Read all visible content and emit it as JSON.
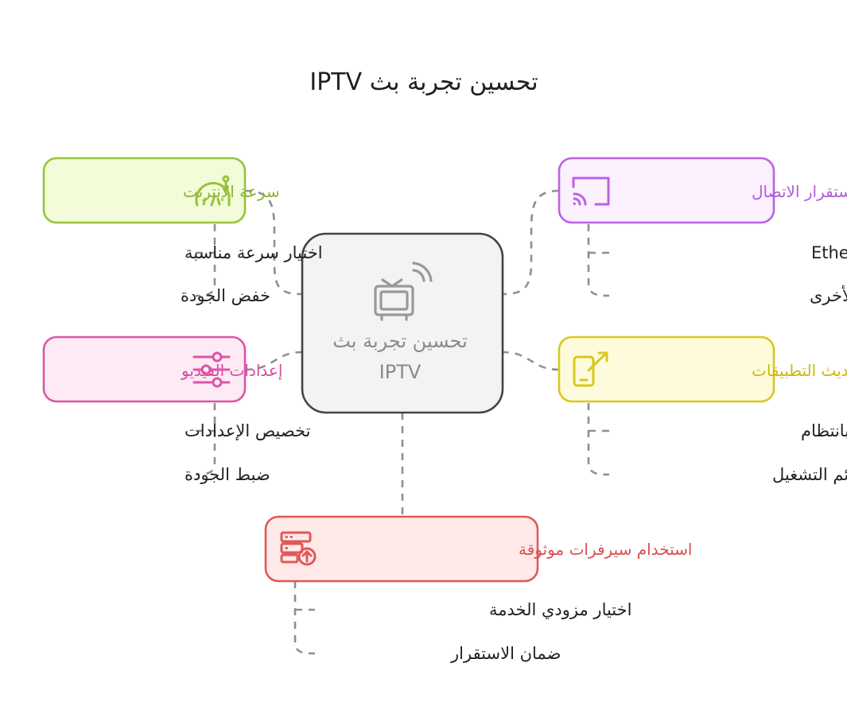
{
  "title": "تحسين تجربة بث IPTV",
  "center": {
    "line1": "تحسين تجربة بث",
    "line2": "IPTV",
    "icon": "tv-icon"
  },
  "nodes": [
    {
      "id": "internet-speed",
      "label": "سرعة الإنترنت",
      "icon": "speedometer-icon",
      "stroke": "#98c23c",
      "fill": "#f2fcd8",
      "text_color": "#8cb432",
      "items": [
        "اختيار سرعة مناسبة",
        "خفض الجودة"
      ]
    },
    {
      "id": "connection-stability",
      "label": "استقرار الاتصال",
      "icon": "cast-icon",
      "stroke": "#bb62e4",
      "fill": "#fbf0fe",
      "text_color": "#b05ed9",
      "items": [
        "استخدام كابل Ethernet",
        "إغلاق التطبيقات الأخرى"
      ]
    },
    {
      "id": "video-settings",
      "label": "إعدادات الفيديو",
      "icon": "sliders-icon",
      "stroke": "#dc55a8",
      "fill": "#fdeaf5",
      "text_color": "#d34ca0",
      "items": [
        "تخصيص الإعدادات",
        "ضبط الجودة"
      ]
    },
    {
      "id": "update-apps",
      "label": "تحديث التطبيقات",
      "icon": "phone-update-icon",
      "stroke": "#d9c81e",
      "fill": "#fefbdc",
      "text_color": "#cbb80f",
      "items": [
        "تحديث التطبيقات بانتظام",
        "تحديث قوائم التشغيل"
      ]
    },
    {
      "id": "reliable-servers",
      "label": "استخدام سيرفرات موثوقة",
      "icon": "server-upload-icon",
      "stroke": "#e05858",
      "fill": "#ffe9e9",
      "text_color": "#d94f4f",
      "items": [
        "اختيار مزودي الخدمة",
        "ضمان الاستقرار"
      ]
    }
  ]
}
